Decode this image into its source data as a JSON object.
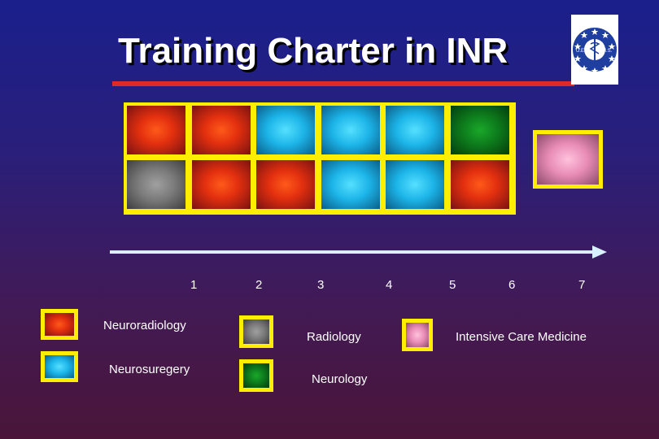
{
  "title": "Training Charter in INR",
  "logo": {
    "text_left": "U.E.",
    "text_right": "M.S.",
    "icon": "uems-star-circle-logo"
  },
  "grid": {
    "rows": [
      [
        "red",
        "red",
        "blue",
        "blue",
        "blue",
        "green"
      ],
      [
        "gray",
        "red",
        "red",
        "blue",
        "blue",
        "red"
      ]
    ],
    "extra": "pink"
  },
  "timeline": {
    "ticks": [
      "1",
      "2",
      "3",
      "4",
      "5",
      "6",
      "7"
    ]
  },
  "legend": {
    "neuroradiology": "Neuroradiology",
    "neurosurgery": "Neurosuregery",
    "radiology": "Radiology",
    "neurology": "Neurology",
    "intensive_care": "Intensive Care Medicine"
  },
  "colors": {
    "red": "#e3300f",
    "blue": "#1cb4e8",
    "green": "#0d7a1c",
    "gray": "#7a7a7a",
    "pink": "#e88cb6",
    "frame": "#ffee00",
    "underline": "#e02a2a"
  }
}
